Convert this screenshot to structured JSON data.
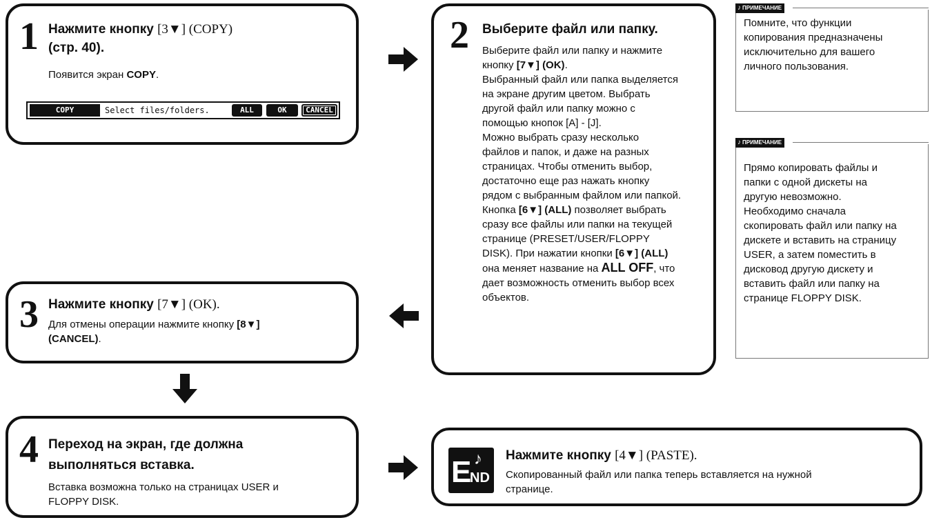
{
  "step1": {
    "number": "1",
    "title_a": "Нажмите кнопку ",
    "title_b": "[3▼] (COPY)",
    "title_c": "(стр. 40).",
    "body_a": "Появится экран ",
    "body_b": "COPY",
    "body_c": "."
  },
  "lcd": {
    "tag": "COPY",
    "message": "Select files/folders.",
    "buttons": [
      "ALL",
      "OK",
      "CANCEL"
    ]
  },
  "step2": {
    "number": "2",
    "title": "Выберите файл или папку.",
    "lines": [
      [
        "Выберите файл или папку и нажмите"
      ],
      [
        "кнопку ",
        "[7▼] (OK)",
        "."
      ],
      [
        "Выбранный файл или папка выделяется"
      ],
      [
        "на экране другим цветом. Выбрать"
      ],
      [
        "другой файл или папку можно с"
      ],
      [
        "помощью кнопок [A] - [J]."
      ],
      [
        "Можно выбрать сразу несколько"
      ],
      [
        "файлов и папок, и даже на разных"
      ],
      [
        "страницах. Чтобы отменить выбор,"
      ],
      [
        "достаточно еще раз нажать кнопку"
      ],
      [
        "рядом с выбранным файлом или папкой."
      ],
      [
        "Кнопка ",
        "[6▼] (ALL)",
        " позволяет выбрать"
      ],
      [
        "сразу все файлы или папки на текущей"
      ],
      [
        "странице (PRESET/USER/FLOPPY"
      ],
      [
        "DISK). При нажатии кнопки ",
        "[6▼] (ALL)"
      ],
      [
        "она меняет название на ",
        "ALL OFF",
        ", что"
      ],
      [
        "дает возможность отменить выбор всех"
      ],
      [
        "объектов."
      ]
    ]
  },
  "step3": {
    "number": "3",
    "title_a": "Нажмите кнопку ",
    "title_b": "[7▼] (OK).",
    "body_a": "Для отмены операции нажмите кнопку ",
    "body_b": "[8▼]",
    "body_c": "(CANCEL)",
    "body_d": "."
  },
  "step4": {
    "number": "4",
    "title_line1": "Переход на экран, где должна",
    "title_line2": "выполняться вставка.",
    "body_line1": "Вставка возможна только на страницах USER и",
    "body_line2": "FLOPPY DISK."
  },
  "end_step": {
    "icon_e": "E",
    "icon_nd": "ND",
    "icon_note": "♪",
    "title_a": "Нажмите кнопку ",
    "title_b": "[4▼] (PASTE).",
    "body_line1": "Скопированный файл или папка теперь вставляется на нужной",
    "body_line2": "странице."
  },
  "note1": {
    "label": "ПРИМЕЧАНИЕ",
    "icon": "♪",
    "lines": [
      "Помните, что функции",
      "копирования предназначены",
      "исключительно для вашего",
      "личного пользования."
    ]
  },
  "note2": {
    "label": "ПРИМЕЧАНИЕ",
    "icon": "♪",
    "lines": [
      "Прямо копировать файлы и",
      "папки с одной дискеты на",
      "другую невозможно.",
      "Необходимо сначала",
      "скопировать файл или папку на",
      "дискете и вставить на страницу",
      "USER, а затем поместить в",
      "дисковод другую дискету и",
      "вставить файл или папку на",
      "странице FLOPPY DISK."
    ]
  },
  "colors": {
    "ink": "#111111",
    "paper": "#ffffff",
    "note_border": "#777777"
  }
}
